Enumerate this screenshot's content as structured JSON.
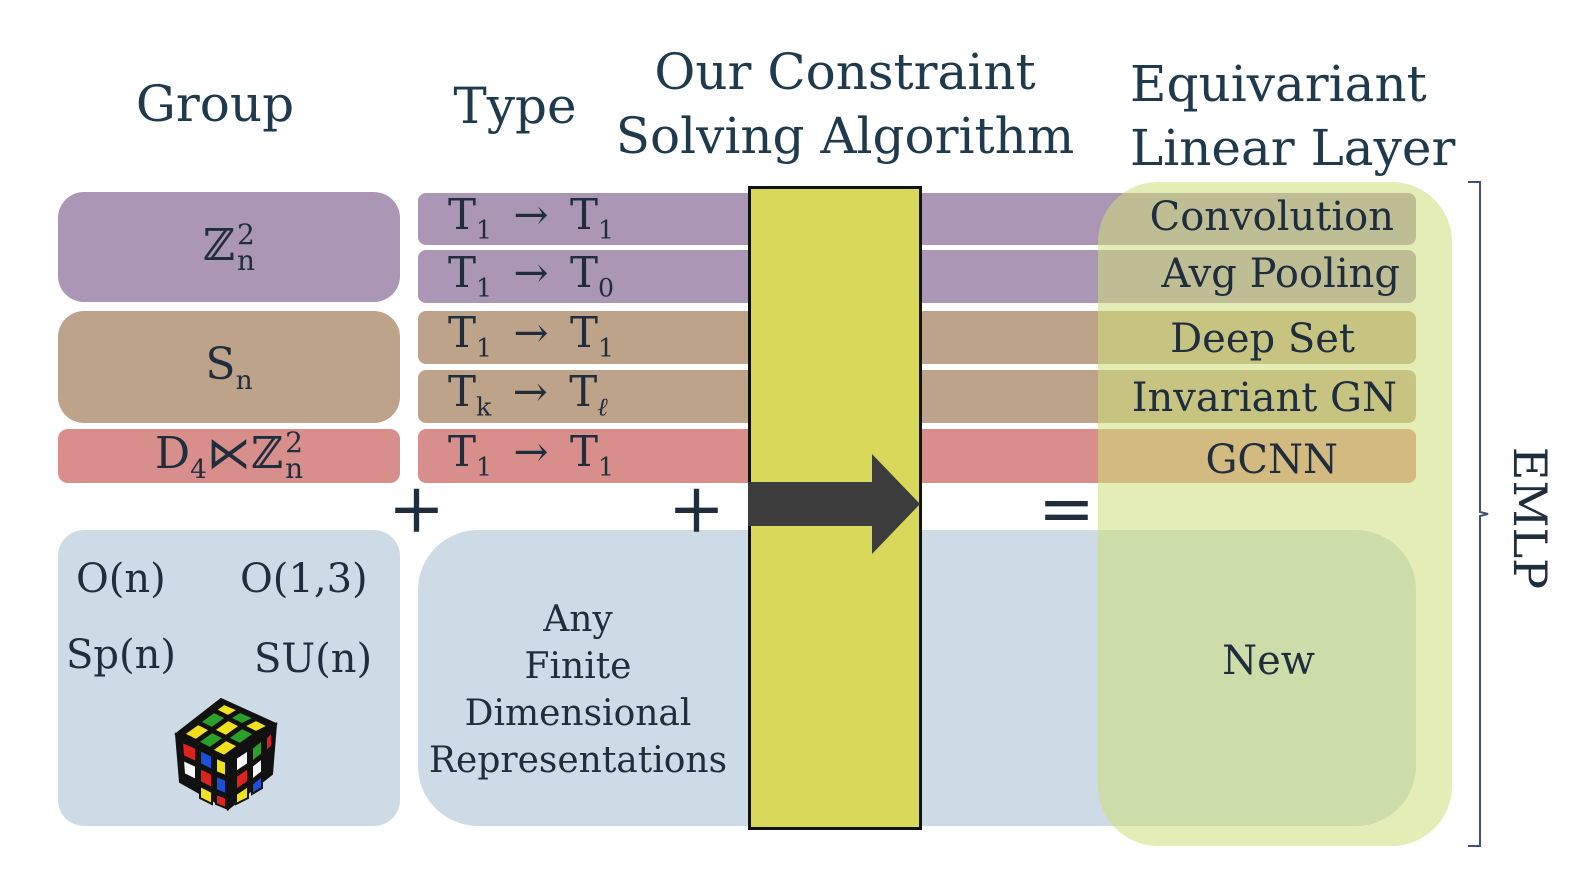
{
  "headers": {
    "group": "Group",
    "type": "Type",
    "algorithm_line1": "Our Constraint",
    "algorithm_line2": "Solving Algorithm",
    "layer_line1": "Equivariant",
    "layer_line2": "Linear Layer"
  },
  "groups": {
    "zn2": {
      "base": "ℤ",
      "sup": "2",
      "sub": "n"
    },
    "sn": {
      "base": "S",
      "sub": "n"
    },
    "d4": {
      "base": "D",
      "sub": "4",
      "op": "⋉",
      "base2": "ℤ",
      "sup2": "2",
      "sub2": "n"
    }
  },
  "rows": [
    {
      "in": "T",
      "in_sub": "1",
      "arrow": "→",
      "out": "T",
      "out_sub": "1",
      "layer": "Convolution"
    },
    {
      "in": "T",
      "in_sub": "1",
      "arrow": "→",
      "out": "T",
      "out_sub": "0",
      "layer": "Avg Pooling"
    },
    {
      "in": "T",
      "in_sub": "1",
      "arrow": "→",
      "out": "T",
      "out_sub": "1",
      "layer": "Deep Set"
    },
    {
      "in": "T",
      "in_sub": "k",
      "arrow": "→",
      "out": "T",
      "out_sub": "ℓ",
      "layer": "Invariant GN"
    },
    {
      "in": "T",
      "in_sub": "1",
      "arrow": "→",
      "out": "T",
      "out_sub": "1",
      "layer": "GCNN"
    }
  ],
  "operators": {
    "plus1": "+",
    "plus2": "+",
    "equals": "="
  },
  "bottom": {
    "groups": [
      "O(n)",
      "O(1,3)",
      "Sp(n)",
      "SU(n)"
    ],
    "type_line1": "Any",
    "type_line2": "Finite Dimensional",
    "type_line3": "Representations",
    "layer": "New"
  },
  "bracket_label": "EMLP",
  "colors": {
    "purple": "#ab96b6",
    "brown": "#bea38b",
    "red": "#d88f8c",
    "lightblue": "#cddbe6",
    "yellow": "#d8d85a",
    "green_overlay": "#d9e4a0",
    "arrow": "#3c3c3c"
  },
  "icons": {
    "cube": "rubiks-cube-icon",
    "arrow": "right-arrow-icon"
  }
}
